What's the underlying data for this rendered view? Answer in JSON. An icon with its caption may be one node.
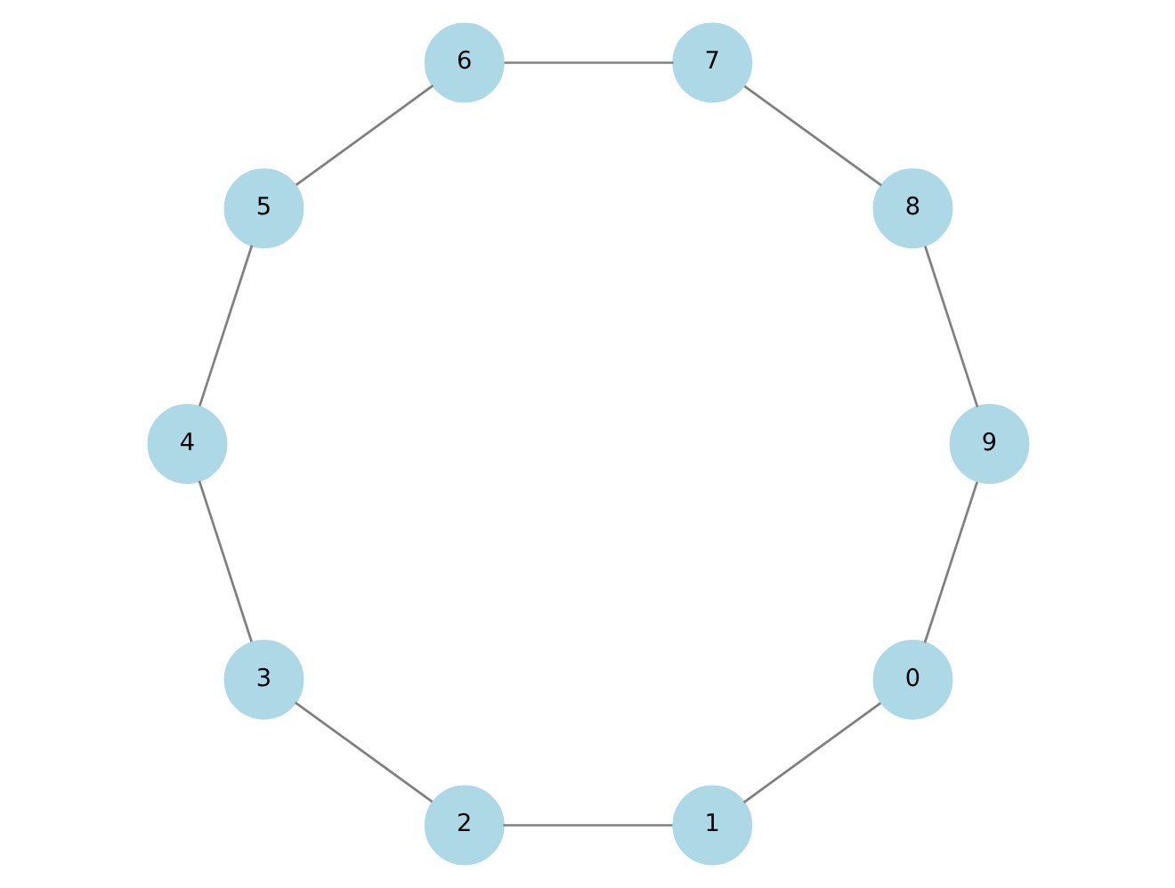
{
  "diagram": {
    "nodes": [
      {
        "text": [
          "0"
        ]
      },
      {
        "text": [
          "1"
        ]
      },
      {
        "text": [
          "2"
        ]
      },
      {
        "text": [
          "3"
        ]
      },
      {
        "text": [
          "4"
        ]
      },
      {
        "text": [
          "5"
        ]
      },
      {
        "text": [
          "6"
        ]
      },
      {
        "text": [
          "7"
        ]
      },
      {
        "text": [
          "8"
        ]
      },
      {
        "text": [
          "9"
        ]
      }
    ],
    "edges": [
      {
        "from": 0,
        "to": 1,
        "arrow": "none"
      },
      {
        "from": 1,
        "to": 2,
        "arrow": "none"
      },
      {
        "from": 2,
        "to": 3,
        "arrow": "none"
      },
      {
        "from": 3,
        "to": 4,
        "arrow": "none"
      },
      {
        "from": 4,
        "to": 5,
        "arrow": "none"
      },
      {
        "from": 5,
        "to": 6,
        "arrow": "none"
      },
      {
        "from": 6,
        "to": 7,
        "arrow": "none"
      },
      {
        "from": 7,
        "to": 8,
        "arrow": "none"
      },
      {
        "from": 8,
        "to": 9,
        "arrow": "none"
      },
      {
        "from": 9,
        "to": 0,
        "arrow": "none"
      }
    ]
  }
}
